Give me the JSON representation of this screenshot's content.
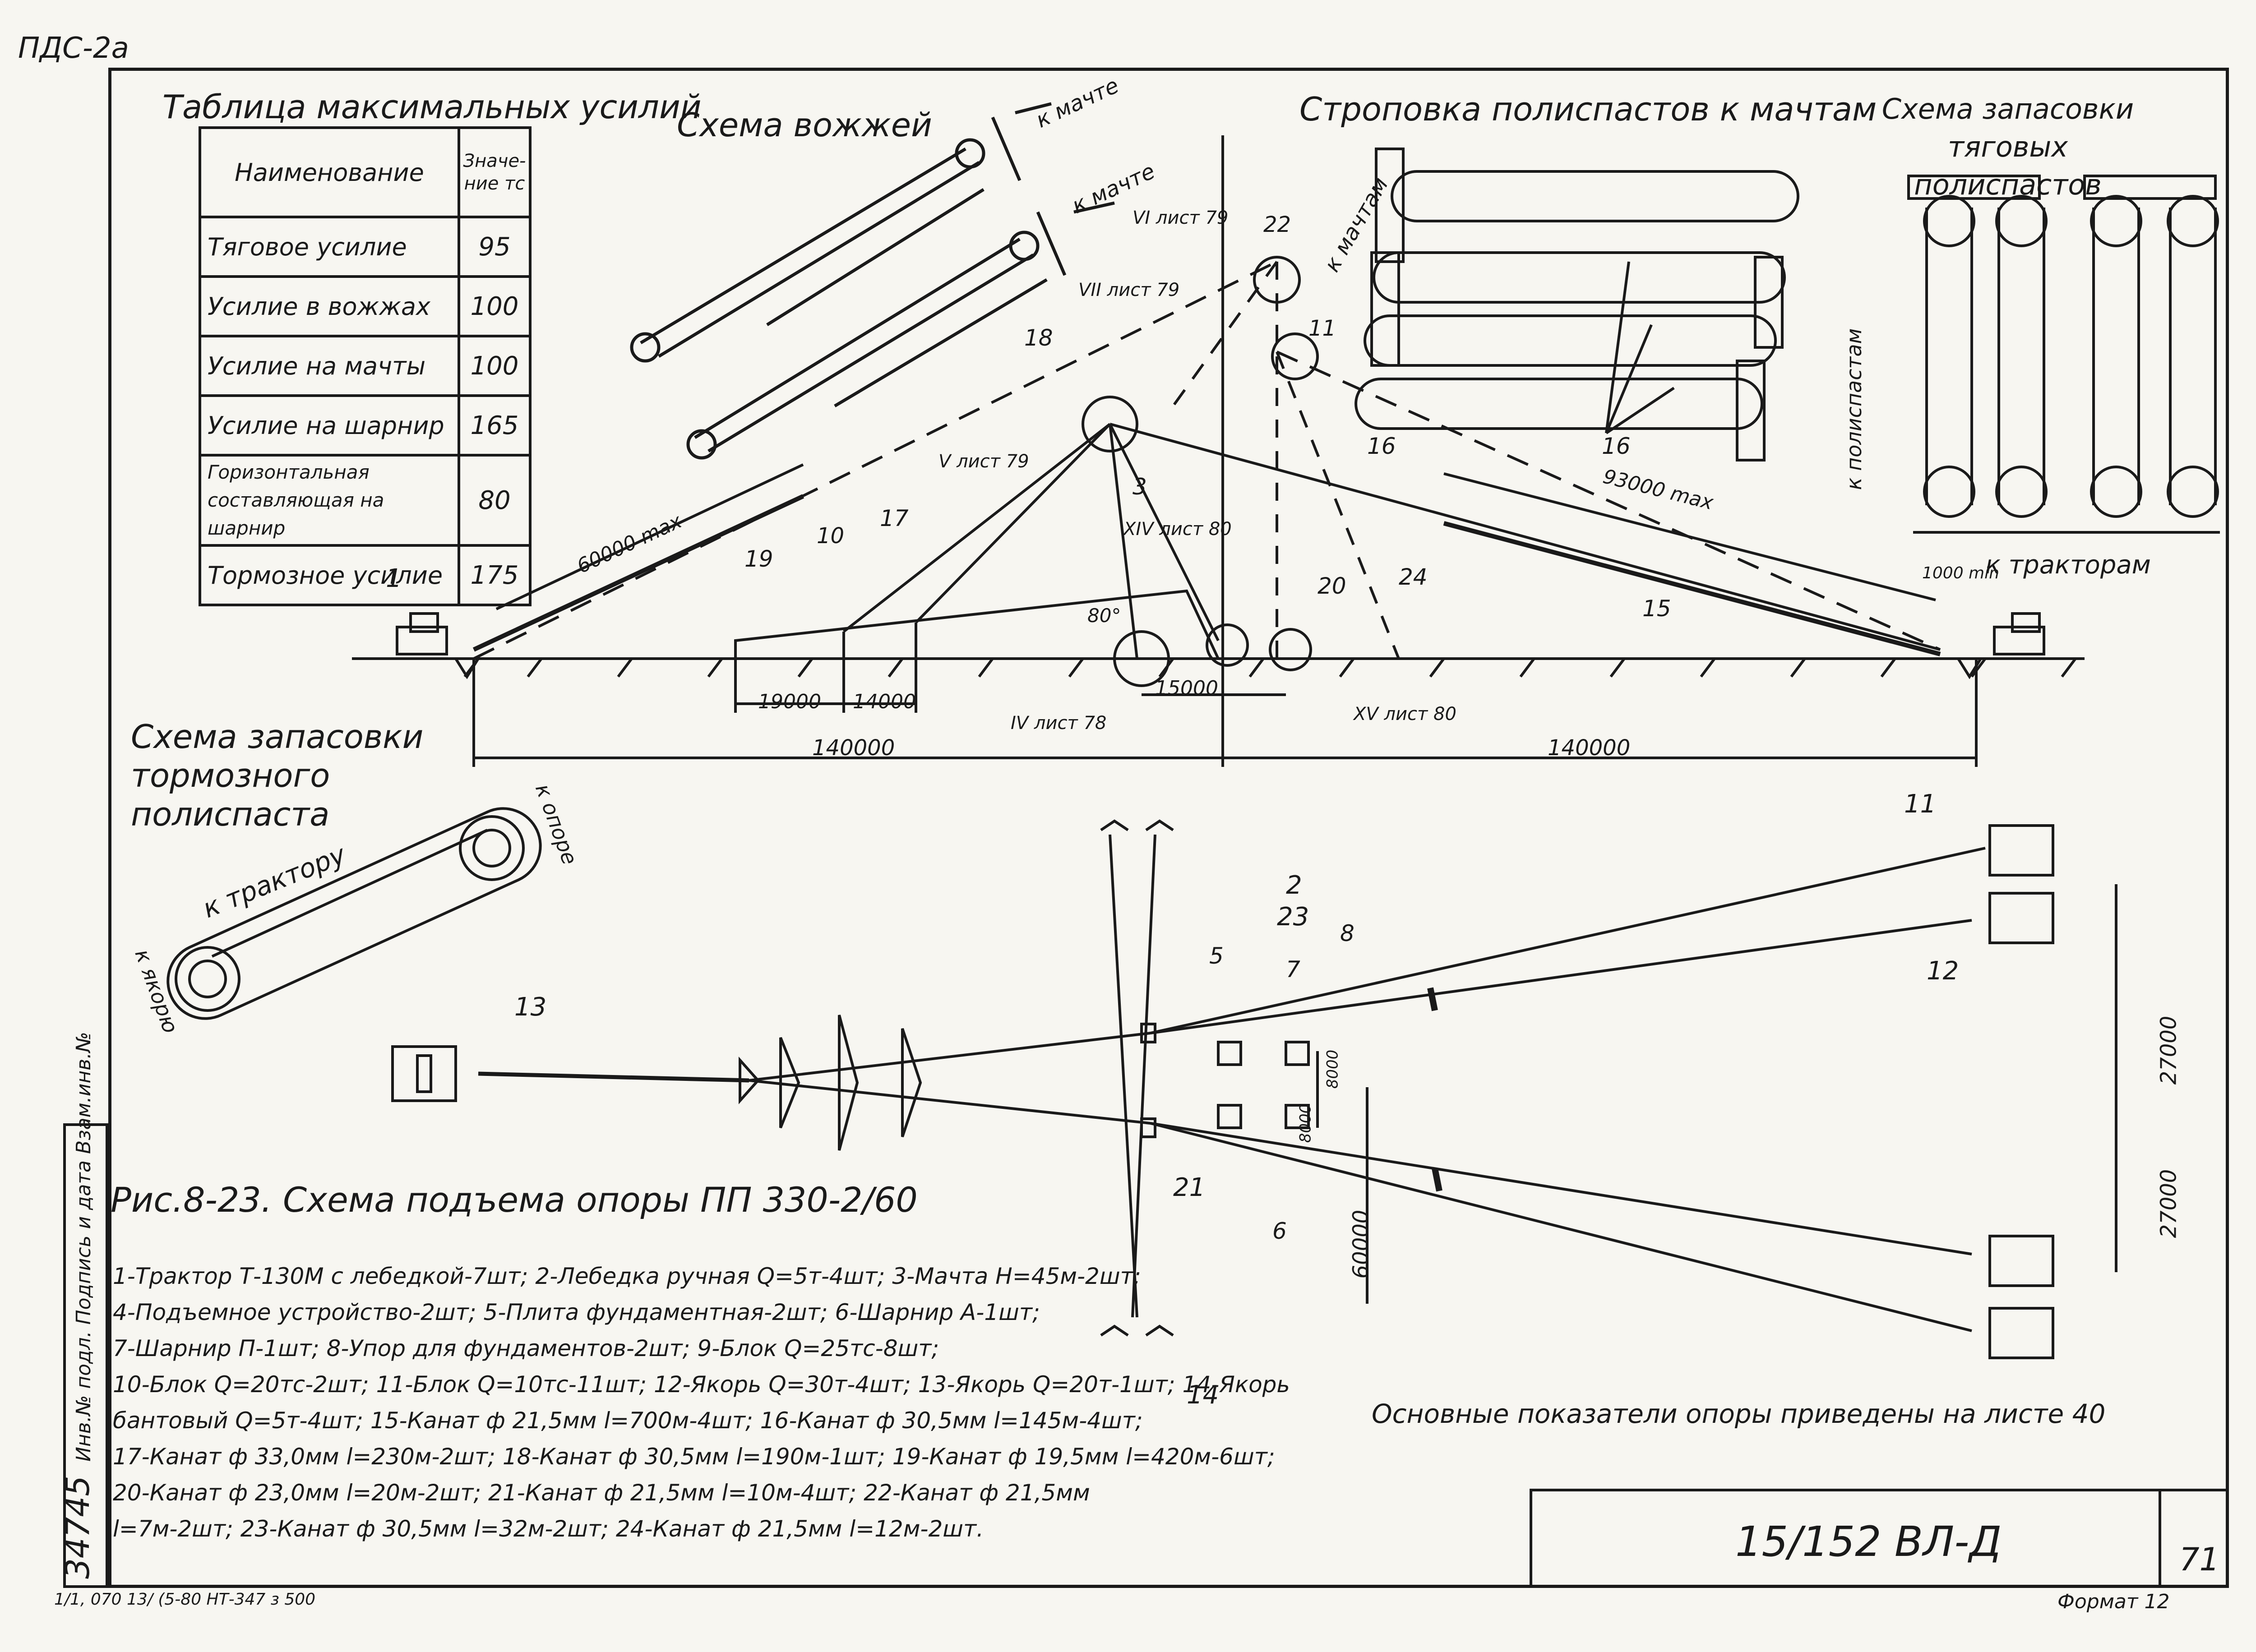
{
  "sheet": {
    "corner_label": "ПДС-2а",
    "title_block_code": "15/152 ВЛ-Д",
    "sheet_number": "71",
    "format_label": "Формат 12",
    "bottom_stamp": "1/1, 070 13/ (5-80 НТ-347 з 500",
    "archive_number": "34745",
    "side_stamp": "Инв.№ подл.   Подпись и дата   Взам.инв.№"
  },
  "force_table": {
    "title": "Таблица максимальных усилий",
    "header_name": "Наименование",
    "header_value": "Значе-ние тс",
    "rows": [
      {
        "name": "Тяговое усилие",
        "value": "95"
      },
      {
        "name": "Усилие в вожжах",
        "value": "100"
      },
      {
        "name": "Усилие на мачты",
        "value": "100"
      },
      {
        "name": "Усилие на шарнир",
        "value": "165"
      },
      {
        "name": "Горизонтальная составляющая на шарнир",
        "value": "80"
      },
      {
        "name": "Тормозное усилие",
        "value": "175"
      }
    ]
  },
  "section_titles": {
    "reins": "Схема вожжей",
    "slinging": "Строповка полиспастов к мачтам",
    "traction_reeving": "Схема запасовки тяговых полиспастов",
    "brake_reeving": "Схема запасовки тормозного полиспаста",
    "figure_caption": "Рис.8-23. Схема подъема опоры ПП 330-2/60",
    "note": "Основные показатели опоры приведены на листе 40"
  },
  "annotations": {
    "to_mast": "к мачте",
    "to_masts": "к мачтам",
    "to_pulley": "к полиспастам",
    "to_tractors": "к тракторам",
    "to_tractor": "к трактору",
    "to_support": "к опоре",
    "to_anchor": "к якорю",
    "ref_vi": "VI лист 79",
    "ref_vii": "VII лист 79",
    "ref_v": "V лист 79",
    "ref_xiv": "XIV лист 80",
    "ref_iv": "IV лист 78",
    "ref_xv": "XV лист 80",
    "dim_60000max": "60000 max",
    "dim_93000max": "93000 max",
    "dim_1000min": "1000 min",
    "dim_19000": "19000",
    "dim_14000": "14000",
    "dim_15000": "15000",
    "dim_140000_left": "140000",
    "dim_140000_right": "140000",
    "dim_27000_top": "27000",
    "dim_27000_bottom": "27000",
    "dim_60000": "60000",
    "dim_8000_a": "8000",
    "dim_8000_b": "8000",
    "angle_80": "80°"
  },
  "part_numbers": {
    "p1": "1",
    "p2": "2",
    "p3": "3",
    "p5": "5",
    "p6": "6",
    "p7": "7",
    "p8": "8",
    "p10": "10",
    "p11a": "11",
    "p11b": "11",
    "p12": "12",
    "p13": "13",
    "p14": "14",
    "p15": "15",
    "p16a": "16",
    "p16b": "16",
    "p17": "17",
    "p18": "18",
    "p19": "19",
    "p20": "20",
    "p21": "21",
    "p22": "22",
    "p23": "23",
    "p24": "24"
  },
  "legend": [
    "1-Трактор Т-130М с лебедкой-7шт; 2-Лебедка ручная Q=5т-4шт; 3-Мачта Н=45м-2шт;",
    "4-Подъемное устройство-2шт; 5-Плита фундаментная-2шт; 6-Шарнир А-1шт;",
    "7-Шарнир П-1шт; 8-Упор для фундаментов-2шт; 9-Блок Q=25тс-8шт;",
    "10-Блок Q=20тс-2шт; 11-Блок Q=10тс-11шт; 12-Якорь Q=30т-4шт; 13-Якорь Q=20т-1шт; 14-Якорь",
    "бантовый Q=5т-4шт; 15-Канат ф 21,5мм l=700м-4шт; 16-Канат ф 30,5мм l=145м-4шт;",
    "17-Канат ф 33,0мм l=230м-2шт; 18-Канат ф 30,5мм l=190м-1шт; 19-Канат ф 19,5мм l=420м-6шт;",
    "20-Канат ф 23,0мм l=20м-2шт; 21-Канат ф 21,5мм l=10м-4шт; 22-Канат ф 21,5мм",
    "l=7м-2шт; 23-Канат ф 30,5мм l=32м-2шт; 24-Канат ф 21,5мм l=12м-2шт."
  ],
  "colors": {
    "ink": "#1a1a1a",
    "paper": "#f7f6f1"
  }
}
